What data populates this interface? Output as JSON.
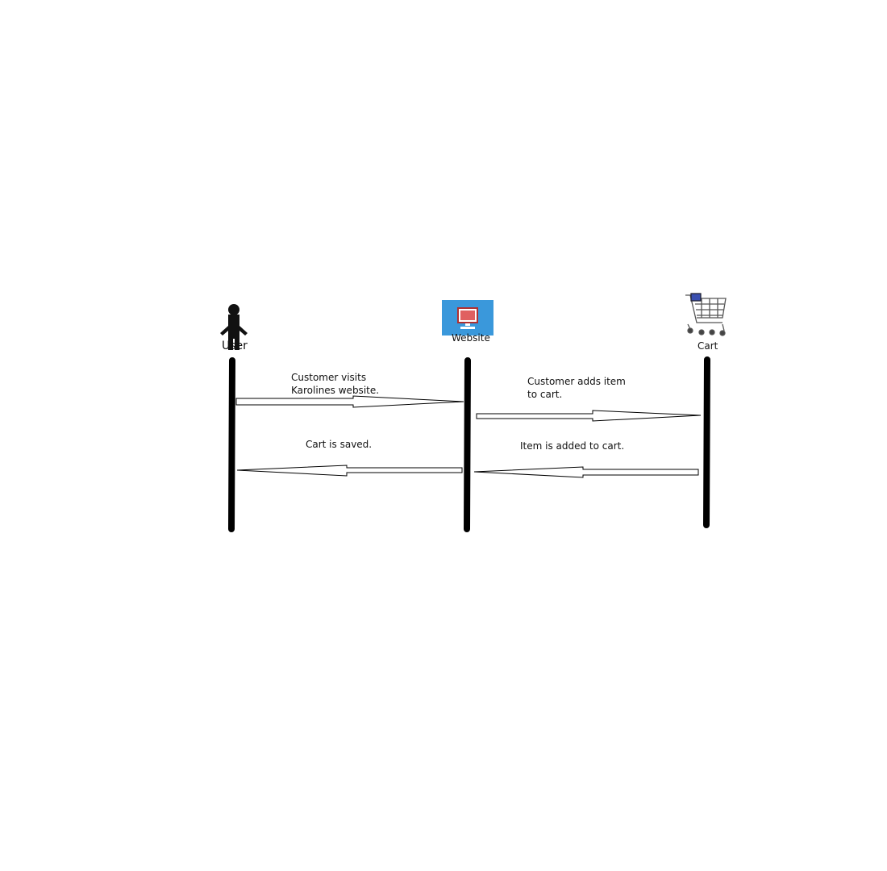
{
  "actors": {
    "user": {
      "label": "User",
      "icon": "person-icon"
    },
    "website": {
      "label": "Website",
      "icon": "monitor-icon",
      "color": "#3A98DB"
    },
    "cart": {
      "label": "Cart",
      "icon": "shopping-cart-icon"
    }
  },
  "messages": {
    "m1": "Customer visits Karolines website.",
    "m2": "Customer adds item to cart.",
    "m3": "Item is added to cart.",
    "m4": "Cart is saved."
  }
}
